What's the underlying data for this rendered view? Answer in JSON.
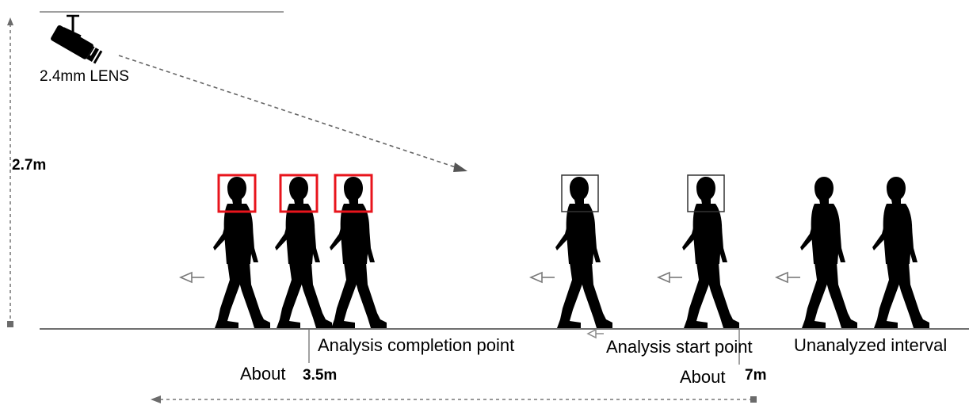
{
  "camera": {
    "lens_label": "2.4mm LENS",
    "icon": "cctv-camera-icon"
  },
  "height_label": "2.7m",
  "labels": {
    "completion": "Analysis completion point",
    "start": "Analysis start point",
    "unanalyzed": "Unanalyzed interval"
  },
  "distances": {
    "near_prefix": "About",
    "near_value": "3.5m",
    "far_prefix": "About",
    "far_value": "7m"
  },
  "colors": {
    "detected_box": "#e8141c",
    "pending_box": "#333333",
    "silhouette": "#000000",
    "guide_line": "#6b6b6b"
  }
}
